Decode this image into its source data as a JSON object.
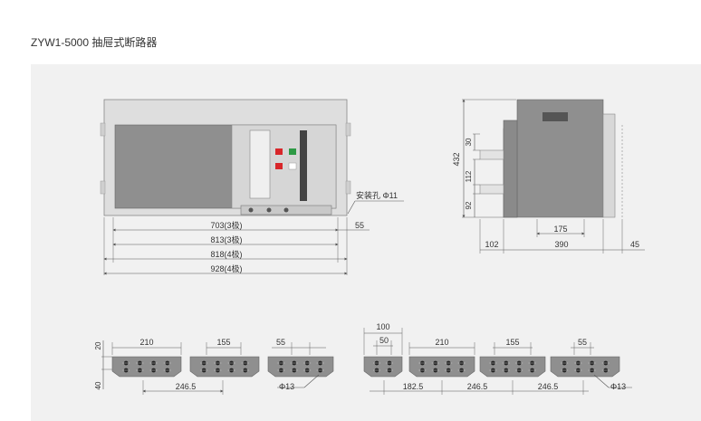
{
  "page": {
    "title": "ZYW1-5000 抽屉式断路器"
  },
  "front_view": {
    "mounting_hole": "安装孔 Φ11",
    "dim_side": "55",
    "dims": [
      "703(3极)",
      "813(3极)",
      "818(4极)",
      "928(4极)"
    ]
  },
  "side_view": {
    "dim_height": "432",
    "dim_v1": "30",
    "dim_v2": "112",
    "dim_v3": "92",
    "dim_175": "175",
    "dim_102": "102",
    "dim_390": "390",
    "dim_45": "45"
  },
  "terminals": {
    "d_20": "20",
    "d_40": "40",
    "d_210a": "210",
    "d_155a": "155",
    "d_55a": "55",
    "d_100": "100",
    "d_50": "50",
    "d_210b": "210",
    "d_155b": "155",
    "d_55b": "55",
    "d_246a": "246.5",
    "d_phi_a": "Φ13",
    "d_182": "182.5",
    "d_246b": "246.5",
    "d_246c": "246.5",
    "d_phi_b": "Φ13"
  },
  "colors": {
    "panel_bg": "#f1f1f1",
    "body_gray": "#8f8f8f",
    "frame_light": "#d0d0d0",
    "button_red": "#d8262a",
    "button_green": "#2e9a45"
  }
}
